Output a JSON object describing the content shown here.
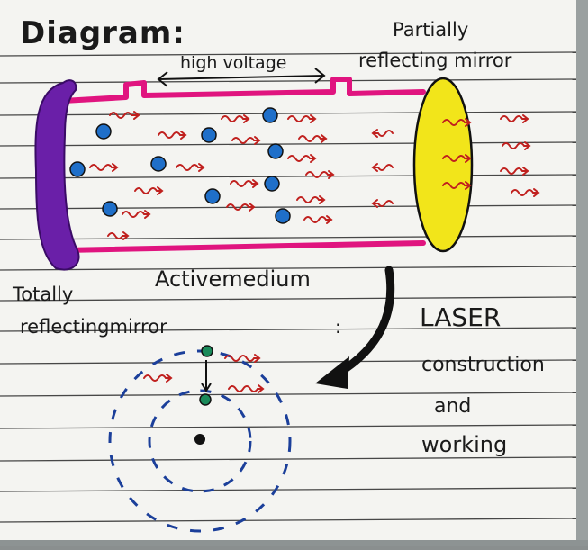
{
  "heading": "Diagram:",
  "labels": {
    "high_voltage": "high voltage",
    "partially_reflecting_mirror_line1": "Partially",
    "partially_reflecting_mirror_line2": "reflecting mirror",
    "active_medium": "Activemedium",
    "totally_reflecting_mirror_line1": "Totally",
    "totally_reflecting_mirror_line2": "reflectingmirror"
  },
  "caption": {
    "line1": "LASER",
    "line2": "construction",
    "line3": "and",
    "line4": "working"
  },
  "colors": {
    "paper": "#f4f4f1",
    "rule_line": "#2a2a2a",
    "tube": "#e0147f",
    "total_mirror": "#6a1fa8",
    "partial_mirror": "#f2e51a",
    "atom": "#1f6fc9",
    "photon": "#c0201e",
    "ink": "#111111",
    "excited_atom": "#1a8a5a"
  }
}
